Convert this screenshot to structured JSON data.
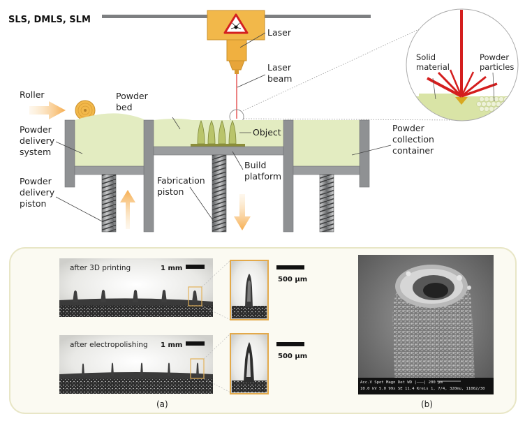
{
  "header": {
    "title": "SLS, DMLS, SLM"
  },
  "labels": {
    "laser": "Laser",
    "laser_beam_1": "Laser",
    "laser_beam_2": "beam",
    "roller": "Roller",
    "powder_bed_1": "Powder",
    "powder_bed_2": "bed",
    "object": "Object",
    "delivery_system_1": "Powder",
    "delivery_system_2": "delivery",
    "delivery_system_3": "system",
    "delivery_piston_1": "Powder",
    "delivery_piston_2": "delivery",
    "delivery_piston_3": "piston",
    "fab_piston_1": "Fabrication",
    "fab_piston_2": "piston",
    "build_platform_1": "Build",
    "build_platform_2": "platform",
    "collection_1": "Powder",
    "collection_2": "collection",
    "collection_3": "container",
    "solid_1": "Solid",
    "solid_2": "material",
    "particles_1": "Powder",
    "particles_2": "particles"
  },
  "photos": {
    "top_caption": "after 3D printing",
    "bottom_caption": "after electropolishing",
    "scale_mm": "1 mm",
    "scale_um": "500 µm",
    "sub_a": "(a)",
    "sub_b": "(b)"
  },
  "sem_info": {
    "line1": "Acc.V  Spot Magn   Det  WD  |———|  200 µm",
    "line2": "10.0 kV 5.0  99x    SE  11.4 Kreis 1, 7/4, 320mu, 11062/30"
  },
  "colors": {
    "laser_head": "#f2b84a",
    "laser_beam": "#e03030",
    "powder": "#e3ecc1",
    "steel": "#8f9193",
    "steel_dark": "#5d5f61",
    "arrow": "#f6b35b",
    "panel_bg": "#fbfaf2",
    "panel_border": "#e8e6c6"
  }
}
